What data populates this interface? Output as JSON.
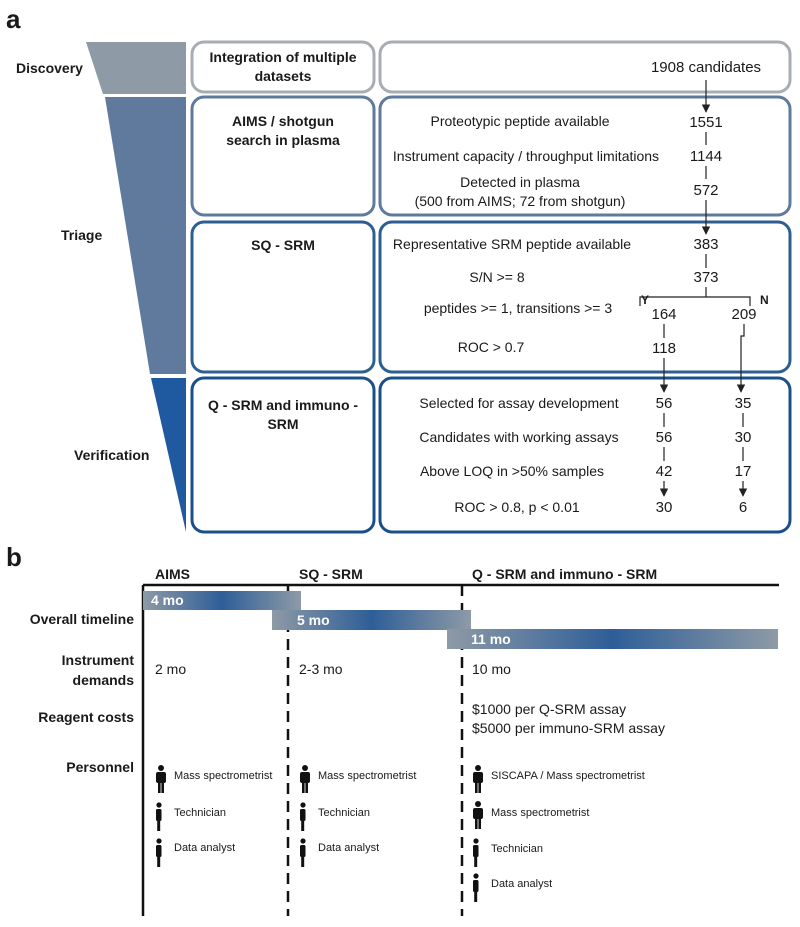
{
  "panel_a": {
    "letter": "a",
    "stages": {
      "discovery": "Discovery",
      "triage": "Triage",
      "verification": "Verification"
    },
    "boxes": {
      "integration": [
        "Integration of multiple",
        "datasets"
      ],
      "aims": [
        "AIMS / shotgun",
        "search in plasma"
      ],
      "sq_srm": "SQ - SRM",
      "q_srm": [
        "Q - SRM and immuno -",
        "SRM"
      ]
    },
    "candidates": "1908 candidates",
    "aims_steps": [
      {
        "label": "Proteotypic peptide available",
        "value": "1551"
      },
      {
        "label": "Instrument capacity / throughput limitations",
        "value": "1144"
      },
      {
        "label": "Detected in plasma",
        "label2": "(500 from AIMS; 72 from shotgun)",
        "value": "572"
      }
    ],
    "sq_steps": [
      {
        "label": "Representative SRM peptide available",
        "value": "383"
      },
      {
        "label": "S/N >= 8",
        "value": "373"
      },
      {
        "label": "peptides >= 1, transitions >= 3",
        "y": "164",
        "n": "209"
      },
      {
        "label": "ROC > 0.7",
        "value": "118"
      }
    ],
    "yn_labels": {
      "y": "Y",
      "n": "N"
    },
    "q_steps": [
      {
        "label": "Selected for assay development",
        "y": "56",
        "n": "35"
      },
      {
        "label": "Candidates with working assays",
        "y": "56",
        "n": "30"
      },
      {
        "label": "Above LOQ in >50% samples",
        "y": "42",
        "n": "17"
      },
      {
        "label": "ROC > 0.8, p < 0.01",
        "y": "30",
        "n": "6"
      }
    ]
  },
  "panel_b": {
    "letter": "b",
    "columns": [
      "AIMS",
      "SQ - SRM",
      "Q - SRM and immuno - SRM"
    ],
    "rows": {
      "timeline": "Overall timeline",
      "instrument": [
        "Instrument",
        "demands"
      ],
      "reagent": "Reagent costs",
      "personnel": "Personnel"
    },
    "timeline": [
      "4 mo",
      "5 mo",
      "11 mo"
    ],
    "instrument": [
      "2 mo",
      "2-3 mo",
      "10 mo"
    ],
    "reagent": [
      "$1000 per Q-SRM assay",
      "$5000 per immuno-SRM assay"
    ],
    "personnel": {
      "aims": [
        "Mass spectrometrist",
        "Technician",
        "Data analyst"
      ],
      "sq": [
        "Mass spectrometrist",
        "Technician",
        "Data analyst"
      ],
      "q": [
        "SISCAPA / Mass spectrometrist",
        "Mass spectrometrist",
        "Technician",
        "Data analyst"
      ]
    }
  },
  "colors": {
    "gray": "#8e9aa6",
    "triage_blue": "#5f7a9c",
    "verification_blue": "#1f5aa0",
    "box_gray": "#a7adb3",
    "box_blue": "#2d5e92",
    "dark_blue": "#1b4f8c"
  }
}
